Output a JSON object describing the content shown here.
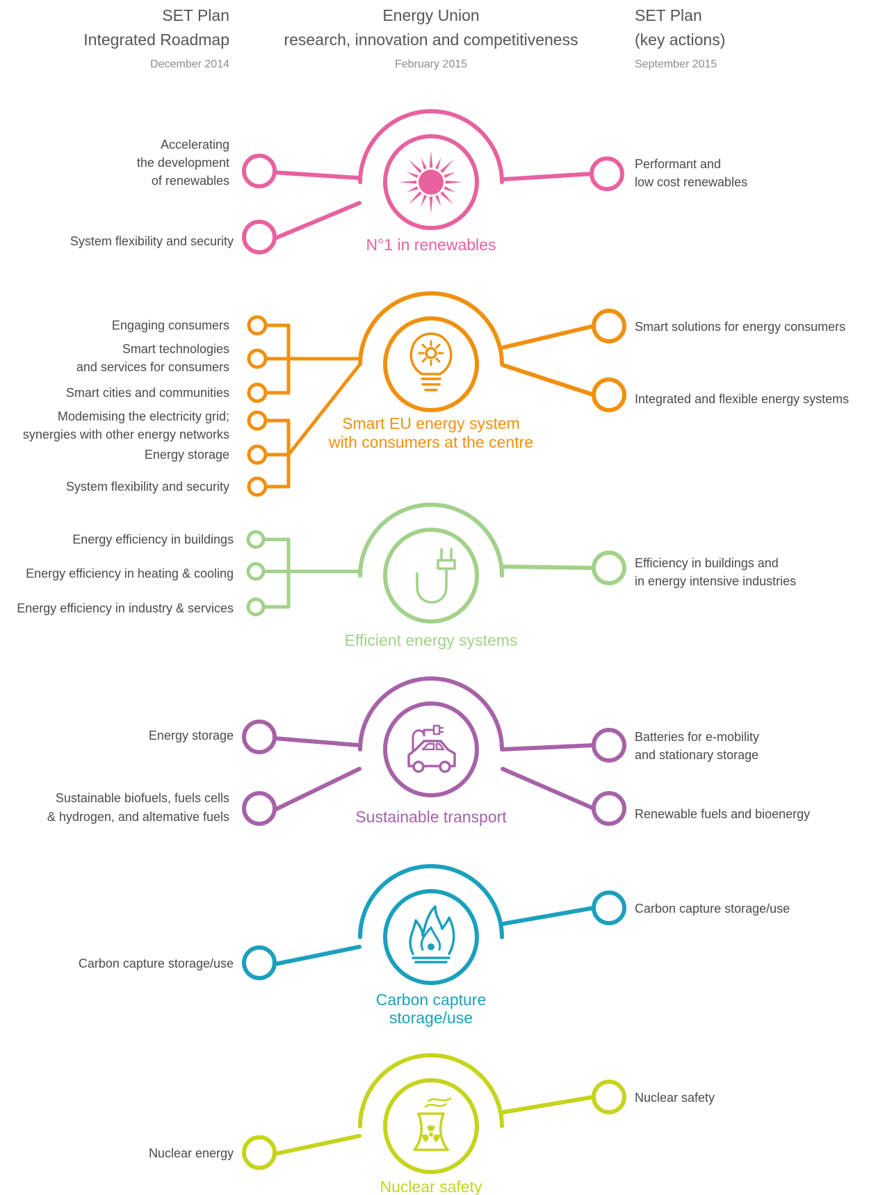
{
  "header": {
    "left": {
      "lines": [
        "SET Plan",
        "Integrated Roadmap"
      ],
      "date": "December 2014"
    },
    "center": {
      "lines": [
        "Energy Union",
        "research, innovation and competitiveness"
      ],
      "date": "February 2015"
    },
    "right": {
      "lines": [
        "SET Plan",
        "(key actions)"
      ],
      "date": "September 2015"
    }
  },
  "themes": [
    {
      "title": [
        "N°1 in renewables"
      ],
      "color": "#e8619f",
      "icon": "sun-icon",
      "left": [
        {
          "text": [
            "Accelerating",
            "the development",
            "of renewables"
          ]
        },
        {
          "text": [
            "System flexibility and security"
          ]
        }
      ],
      "right": [
        {
          "text": [
            "Performant and",
            "low cost renewables"
          ]
        }
      ]
    },
    {
      "title": [
        "Smart EU energy system",
        "with consumers at the centre"
      ],
      "color": "#f0900f",
      "icon": "lightbulb-icon",
      "left": [
        {
          "text": [
            "Engaging consumers"
          ]
        },
        {
          "text": [
            "Smart technologies",
            "and services for consumers"
          ]
        },
        {
          "text": [
            "Smart cities and communities"
          ]
        },
        {
          "text": [
            "Modemising the electricity grid;",
            "synergies with other energy networks"
          ]
        },
        {
          "text": [
            "Energy storage"
          ]
        },
        {
          "text": [
            "System flexibility and security"
          ]
        }
      ],
      "right": [
        {
          "text": [
            "Smart solutions for energy consumers"
          ]
        },
        {
          "text": [
            "Integrated and flexible energy systems"
          ]
        }
      ]
    },
    {
      "title": [
        "Efficient energy systems"
      ],
      "color": "#a3d18a",
      "icon": "plug-icon",
      "left": [
        {
          "text": [
            "Energy efficiency in buildings"
          ]
        },
        {
          "text": [
            "Energy efficiency in heating & cooling"
          ]
        },
        {
          "text": [
            "Energy efficiency in industry & services"
          ]
        }
      ],
      "right": [
        {
          "text": [
            "Efficiency in buildings and",
            "in energy intensive industries"
          ]
        }
      ]
    },
    {
      "title": [
        "Sustainable transport"
      ],
      "color": "#a662a8",
      "icon": "electric-car-icon",
      "left": [
        {
          "text": [
            "Energy storage"
          ]
        },
        {
          "text": [
            "Sustainable biofuels, fuels cells",
            "& hydrogen, and altemative fuels"
          ]
        }
      ],
      "right": [
        {
          "text": [
            "Batteries for e-mobility",
            "and stationary storage"
          ]
        },
        {
          "text": [
            "Renewable fuels and bioenergy"
          ]
        }
      ]
    },
    {
      "title": [
        "Carbon capture",
        "storage/use"
      ],
      "color": "#1aa0bd",
      "icon": "flame-icon",
      "left": [
        {
          "text": [
            "Carbon capture storage/use"
          ]
        }
      ],
      "right": [
        {
          "text": [
            "Carbon capture storage/use"
          ]
        }
      ]
    },
    {
      "title": [
        "Nuclear safety"
      ],
      "color": "#c5d41c",
      "icon": "nuclear-plant-icon",
      "left": [
        {
          "text": [
            "Nuclear energy"
          ]
        }
      ],
      "right": [
        {
          "text": [
            "Nuclear safety"
          ]
        }
      ]
    }
  ]
}
